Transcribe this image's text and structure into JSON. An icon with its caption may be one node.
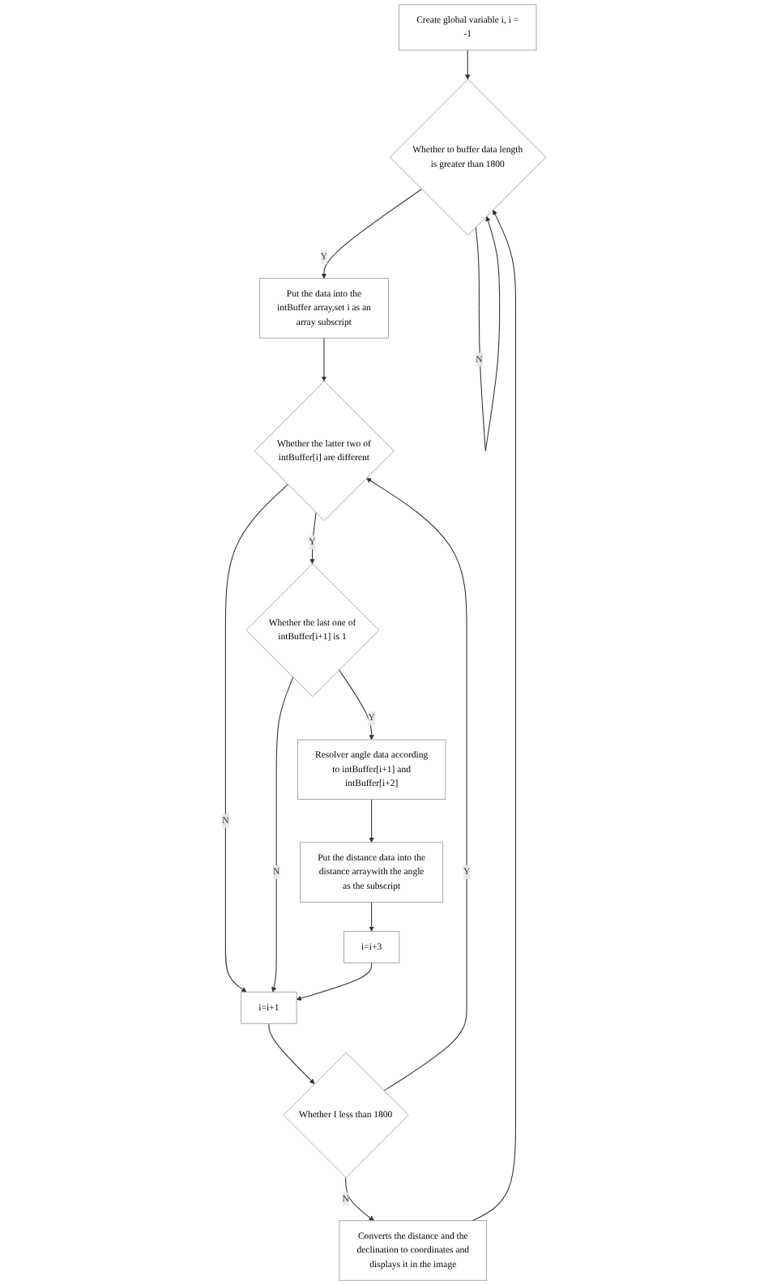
{
  "diagram": {
    "nodes": [
      {
        "text": [
          "Create global variable i, i = -1"
        ]
      },
      {
        "text": [
          "Whether to buffer data length is greater than 1800"
        ]
      },
      {
        "text": [
          "Put the data into the intBuffer array,set i as an array subscript"
        ]
      },
      {
        "text": [
          "Whether the latter two of intBuffer[i] are different"
        ]
      },
      {
        "text": [
          "Whether the last one of intBuffer[i+1] is 1"
        ]
      },
      {
        "text": [
          "Resolver angle data according to intBuffer[i+1] and intBuffer[i+2]"
        ]
      },
      {
        "text": [
          "Put the distance data into the distance arraywith the angle as the subscript"
        ]
      },
      {
        "text": [
          "i=i+3"
        ]
      },
      {
        "text": [
          "i=i+1"
        ]
      },
      {
        "text": [
          "Whether I less than 1800"
        ]
      },
      {
        "text": [
          "Converts the distance and the declination to coordinates and displays it in the image"
        ]
      }
    ],
    "edges": [
      {
        "from": 0,
        "to": 1,
        "arrow": "to"
      },
      {
        "from": 1,
        "to": 1,
        "label": "N",
        "arrow": "to"
      },
      {
        "from": 1,
        "to": 2,
        "label": "Y",
        "arrow": "to"
      },
      {
        "from": 2,
        "to": 3,
        "arrow": "to"
      },
      {
        "from": 3,
        "to": 8,
        "label": "N",
        "arrow": "to"
      },
      {
        "from": 3,
        "to": 4,
        "label": "Y",
        "arrow": "to"
      },
      {
        "from": 4,
        "to": 8,
        "label": "N",
        "arrow": "to"
      },
      {
        "from": 4,
        "to": 5,
        "label": "Y",
        "arrow": "to"
      },
      {
        "from": 5,
        "to": 6,
        "arrow": "to"
      },
      {
        "from": 6,
        "to": 7,
        "arrow": "to"
      },
      {
        "from": 7,
        "to": 8,
        "arrow": "to"
      },
      {
        "from": 8,
        "to": 9,
        "arrow": "to"
      },
      {
        "from": 9,
        "to": 3,
        "label": "Y",
        "arrow": "to"
      },
      {
        "from": 9,
        "to": 10,
        "label": "N",
        "arrow": "to"
      },
      {
        "from": 10,
        "to": 1,
        "arrow": "to"
      }
    ]
  }
}
